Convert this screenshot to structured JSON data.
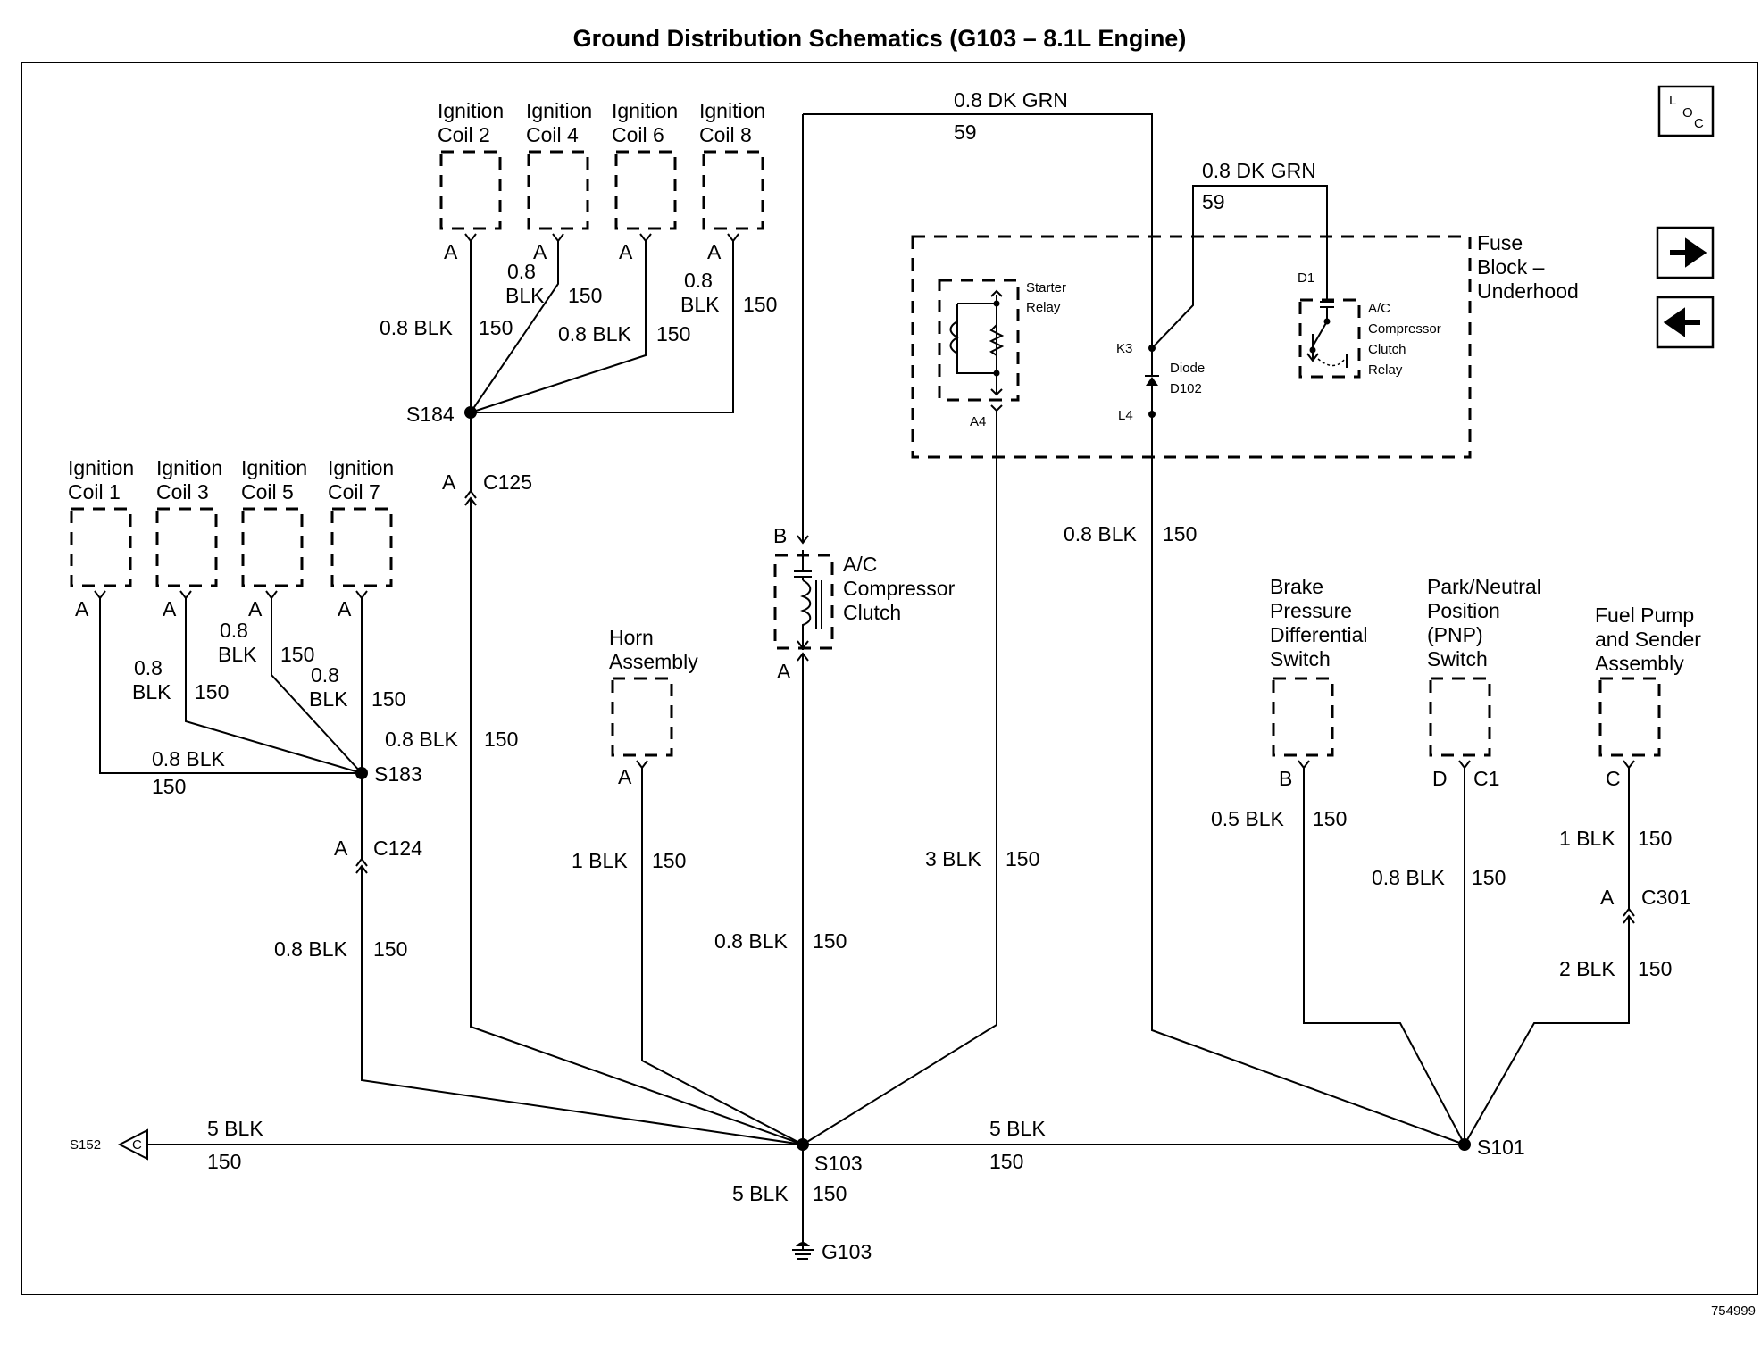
{
  "title": "Ground Distribution Schematics (G103 – 8.1L Engine)",
  "figure_number": "754999",
  "loc_badge": {
    "l": "L",
    "o": "O",
    "c": "C"
  },
  "nav": {
    "next_icon": "arrow-right-icon",
    "prev_icon": "arrow-left-icon"
  },
  "components": {
    "coil2": [
      "Ignition",
      "Coil 2"
    ],
    "coil4": [
      "Ignition",
      "Coil 4"
    ],
    "coil6": [
      "Ignition",
      "Coil 6"
    ],
    "coil8": [
      "Ignition",
      "Coil 8"
    ],
    "coil1": [
      "Ignition",
      "Coil 1"
    ],
    "coil3": [
      "Ignition",
      "Coil 3"
    ],
    "coil5": [
      "Ignition",
      "Coil 5"
    ],
    "coil7": [
      "Ignition",
      "Coil 7"
    ],
    "horn": [
      "Horn",
      "Assembly"
    ],
    "ac_clutch": [
      "A/C",
      "Compressor",
      "Clutch"
    ],
    "brake_switch": [
      "Brake",
      "Pressure",
      "Differential",
      "Switch"
    ],
    "pnp_switch": [
      "Park/Neutral",
      "Position",
      "(PNP)",
      "Switch"
    ],
    "fuel_pump": [
      "Fuel Pump",
      "and Sender",
      "Assembly"
    ],
    "fuse_block": [
      "Fuse",
      "Block –",
      "Underhood"
    ],
    "starter_relay": [
      "Starter",
      "Relay"
    ],
    "ac_relay": [
      "A/C",
      "Compressor",
      "Clutch",
      "Relay"
    ],
    "diode": [
      "Diode",
      "D102"
    ]
  },
  "pins": {
    "A": "A",
    "B": "B",
    "C": "C",
    "D": "D",
    "C1": "C1",
    "A4": "A4",
    "K3": "K3",
    "L4": "L4",
    "D1": "D1"
  },
  "splices": {
    "s184": "S184",
    "s183": "S183",
    "s103": "S103",
    "s101": "S101",
    "s152": "S152"
  },
  "connectors": {
    "c125": "C125",
    "c124": "C124",
    "c301": "C301"
  },
  "ground": "G103",
  "wires": {
    "dk_grn": "0.8 DK GRN",
    "dk_grn_ckt": "59",
    "blk08": "0.8 BLK",
    "blk08_a": "0.8",
    "blk_word": "BLK",
    "blk05": "0.5 BLK",
    "blk1": "1 BLK",
    "blk2": "2 BLK",
    "blk3": "3 BLK",
    "blk5": "5 BLK",
    "ckt150": "150"
  }
}
